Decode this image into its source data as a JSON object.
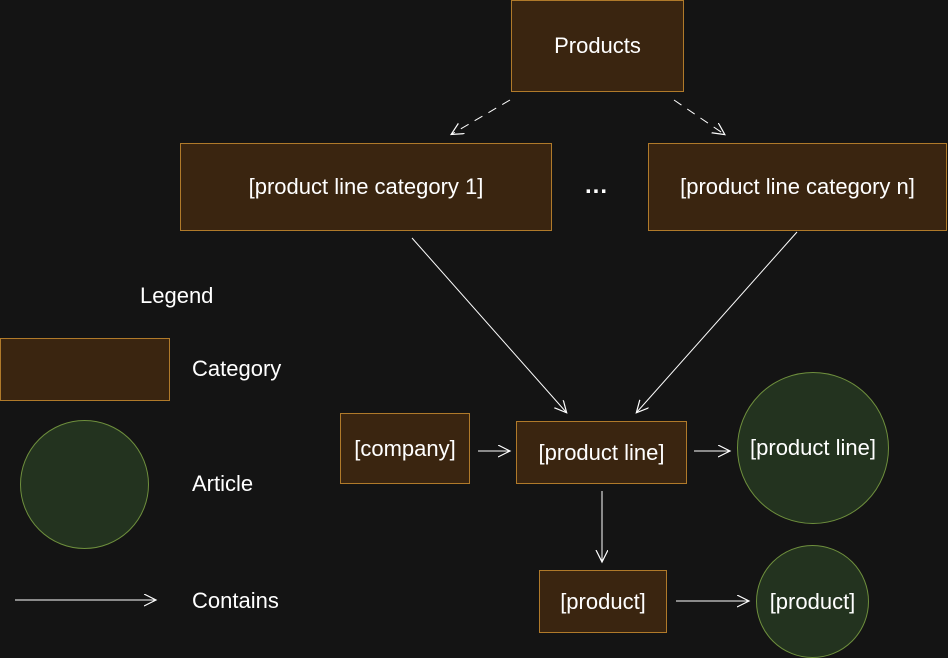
{
  "colors": {
    "background": "#141414",
    "category_fill": "#3a2510",
    "category_stroke": "#b07a2a",
    "article_fill": "#23331f",
    "article_stroke": "#6e8f3d",
    "edge": "#ffffff",
    "text": "#ffffff"
  },
  "nodes": {
    "products": "Products",
    "category_1": "[product line category 1]",
    "ellipsis": "...",
    "category_n": "[product line category n]",
    "company": "[company]",
    "product_line": "[product line]",
    "product_line_article": "[product line]",
    "product": "[product]",
    "product_article": "[product]"
  },
  "legend": {
    "title": "Legend",
    "category_label": "Category",
    "article_label": "Article",
    "contains_label": "Contains"
  }
}
